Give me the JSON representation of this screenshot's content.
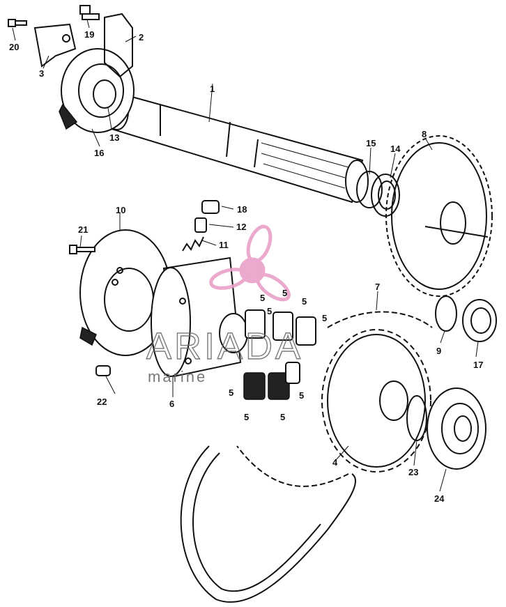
{
  "diagram": {
    "part_labels": [
      "1",
      "2",
      "3",
      "4",
      "5",
      "6",
      "7",
      "8",
      "9",
      "10",
      "11",
      "12",
      "13",
      "14",
      "15",
      "16",
      "17",
      "18",
      "19",
      "20",
      "21",
      "22",
      "23",
      "24"
    ]
  },
  "watermark": {
    "brand": "ARIADA",
    "sub": "marine",
    "color": "#e8a0c8"
  }
}
